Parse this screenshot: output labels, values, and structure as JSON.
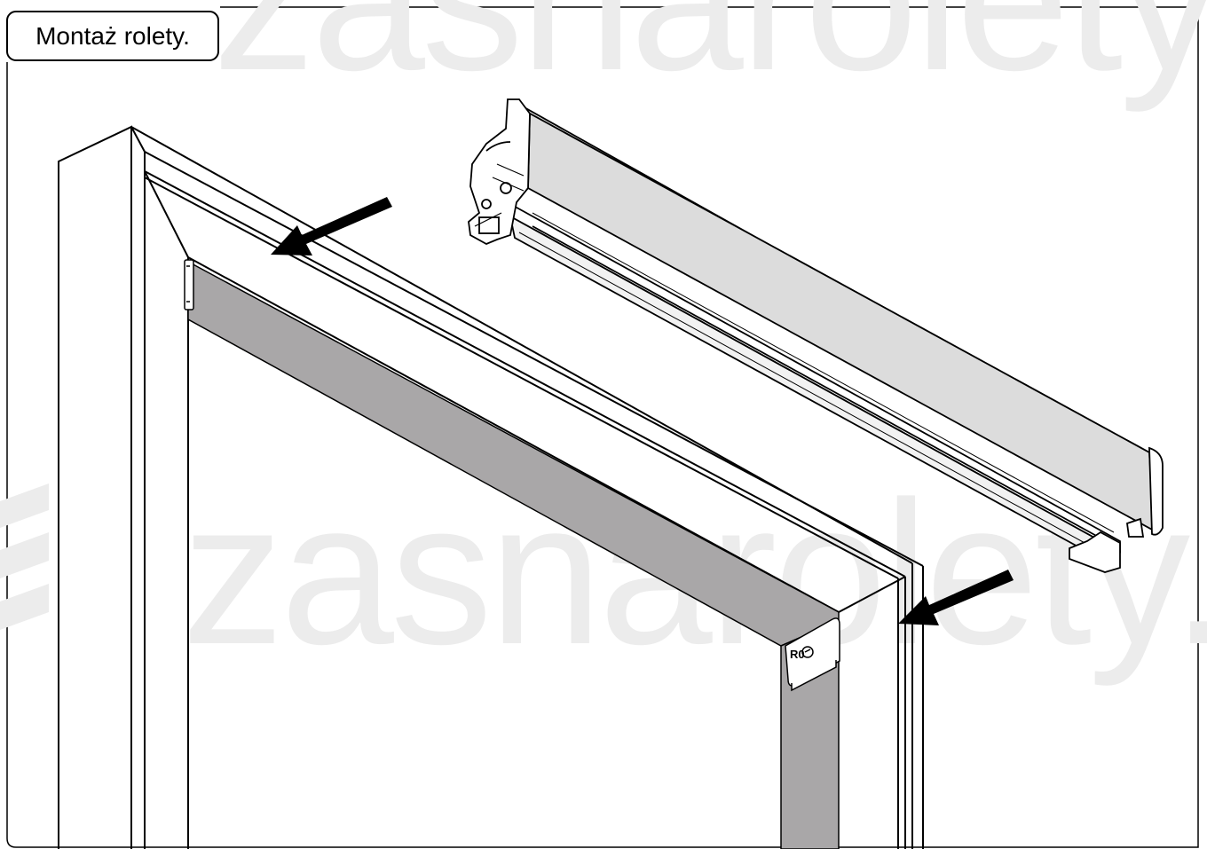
{
  "title": "Montaż rolety.",
  "watermark": {
    "text_top": "zasnarolety.p",
    "text_mid": "zasnarolety.p"
  },
  "colors": {
    "line": "#000000",
    "fabric": "#a9a7a8",
    "cassette": "#dcdcdc",
    "watermark": "#ececec",
    "background": "#ffffff"
  },
  "icons": {
    "arrow_left": "arrow-down-left-icon",
    "arrow_right": "arrow-down-left-icon"
  },
  "bracket_label": "R0"
}
